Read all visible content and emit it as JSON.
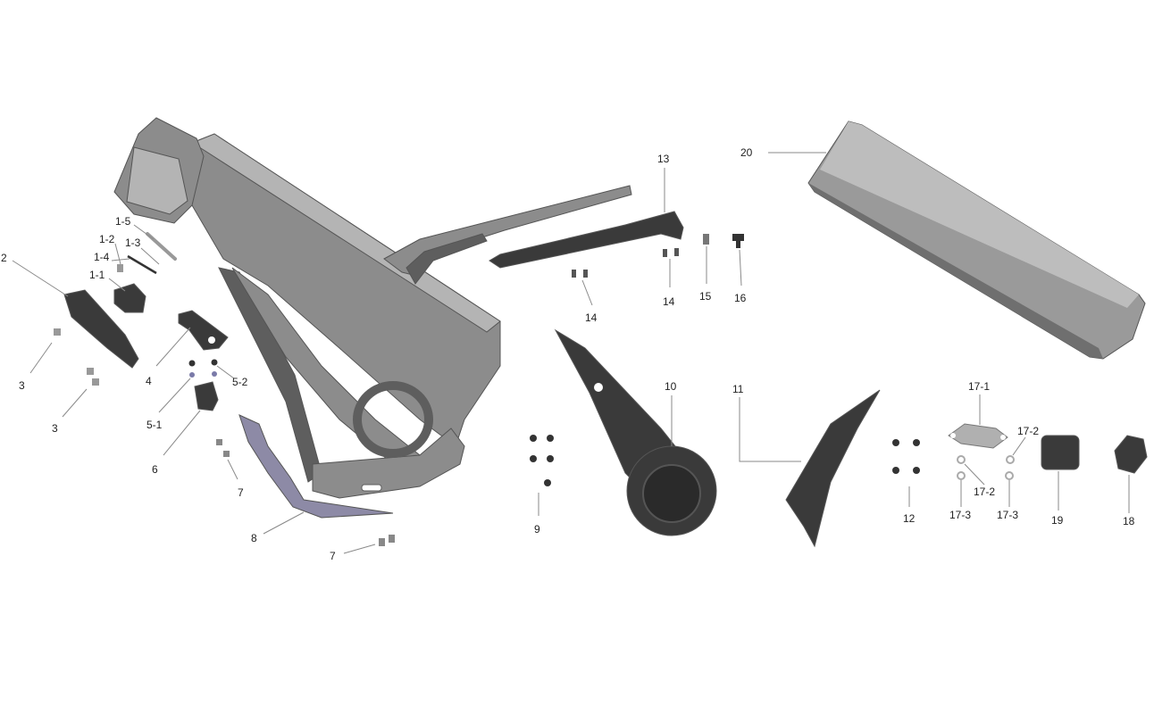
{
  "colors": {
    "frame": "#8c8c8c",
    "frame_dark": "#5e5e5e",
    "frame_light": "#b4b4b4",
    "cover": "#3a3a3a",
    "battery": "#9a9a9a",
    "bracket": "#8d8aa6",
    "leader": "#8a8a8a",
    "label": "#222222"
  },
  "labels": {
    "p1_5": "1-5",
    "p1_2": "1-2",
    "p1_3": "1-3",
    "p1_4": "1-4",
    "p1_1": "1-1",
    "p2": "2",
    "p3a": "3",
    "p3b": "3",
    "p4": "4",
    "p5_2": "5-2",
    "p5_1": "5-1",
    "p6": "6",
    "p7a": "7",
    "p7b": "7",
    "p8": "8",
    "p9": "9",
    "p10": "10",
    "p11": "11",
    "p12": "12",
    "p13": "13",
    "p14a": "14",
    "p14b": "14",
    "p15": "15",
    "p16": "16",
    "p17_1": "17-1",
    "p17_2a": "17-2",
    "p17_2b": "17-2",
    "p17_3a": "17-3",
    "p17_3b": "17-3",
    "p18": "18",
    "p19": "19",
    "p20": "20"
  }
}
